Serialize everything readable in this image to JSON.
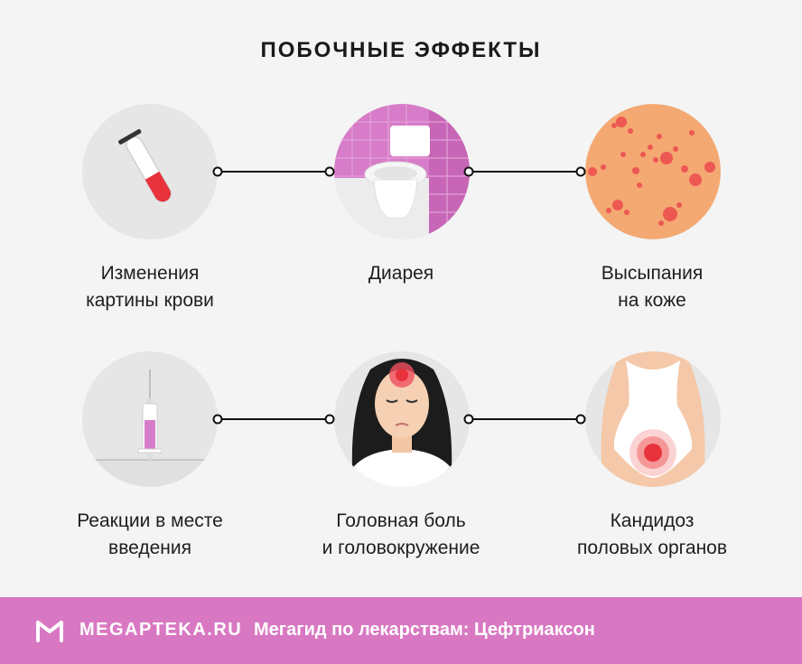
{
  "title": "ПОБОЧНЫЕ ЭФФЕКТЫ",
  "effects": [
    {
      "line1": "Изменения",
      "line2": "картины крови",
      "icon": "test-tube-icon"
    },
    {
      "line1": "Диарея",
      "line2": "",
      "icon": "toilet-icon"
    },
    {
      "line1": "Высыпания",
      "line2": "на коже",
      "icon": "skin-rash-icon"
    },
    {
      "line1": "Реакции в месте",
      "line2": "введения",
      "icon": "syringe-icon"
    },
    {
      "line1": "Головная боль",
      "line2": "и головокружение",
      "icon": "headache-woman-icon"
    },
    {
      "line1": "Кандидоз",
      "line2": "половых органов",
      "icon": "genital-candidiasis-icon"
    }
  ],
  "footer": {
    "brand": "MEGAPTEKA.RU",
    "caption": "Мегагид по лекарствам: Цефтриаксон"
  },
  "colors": {
    "background": "#f4f4f4",
    "accent_pink": "#d978c2",
    "blood_red": "#e8323c",
    "skin": "#f4a872"
  }
}
